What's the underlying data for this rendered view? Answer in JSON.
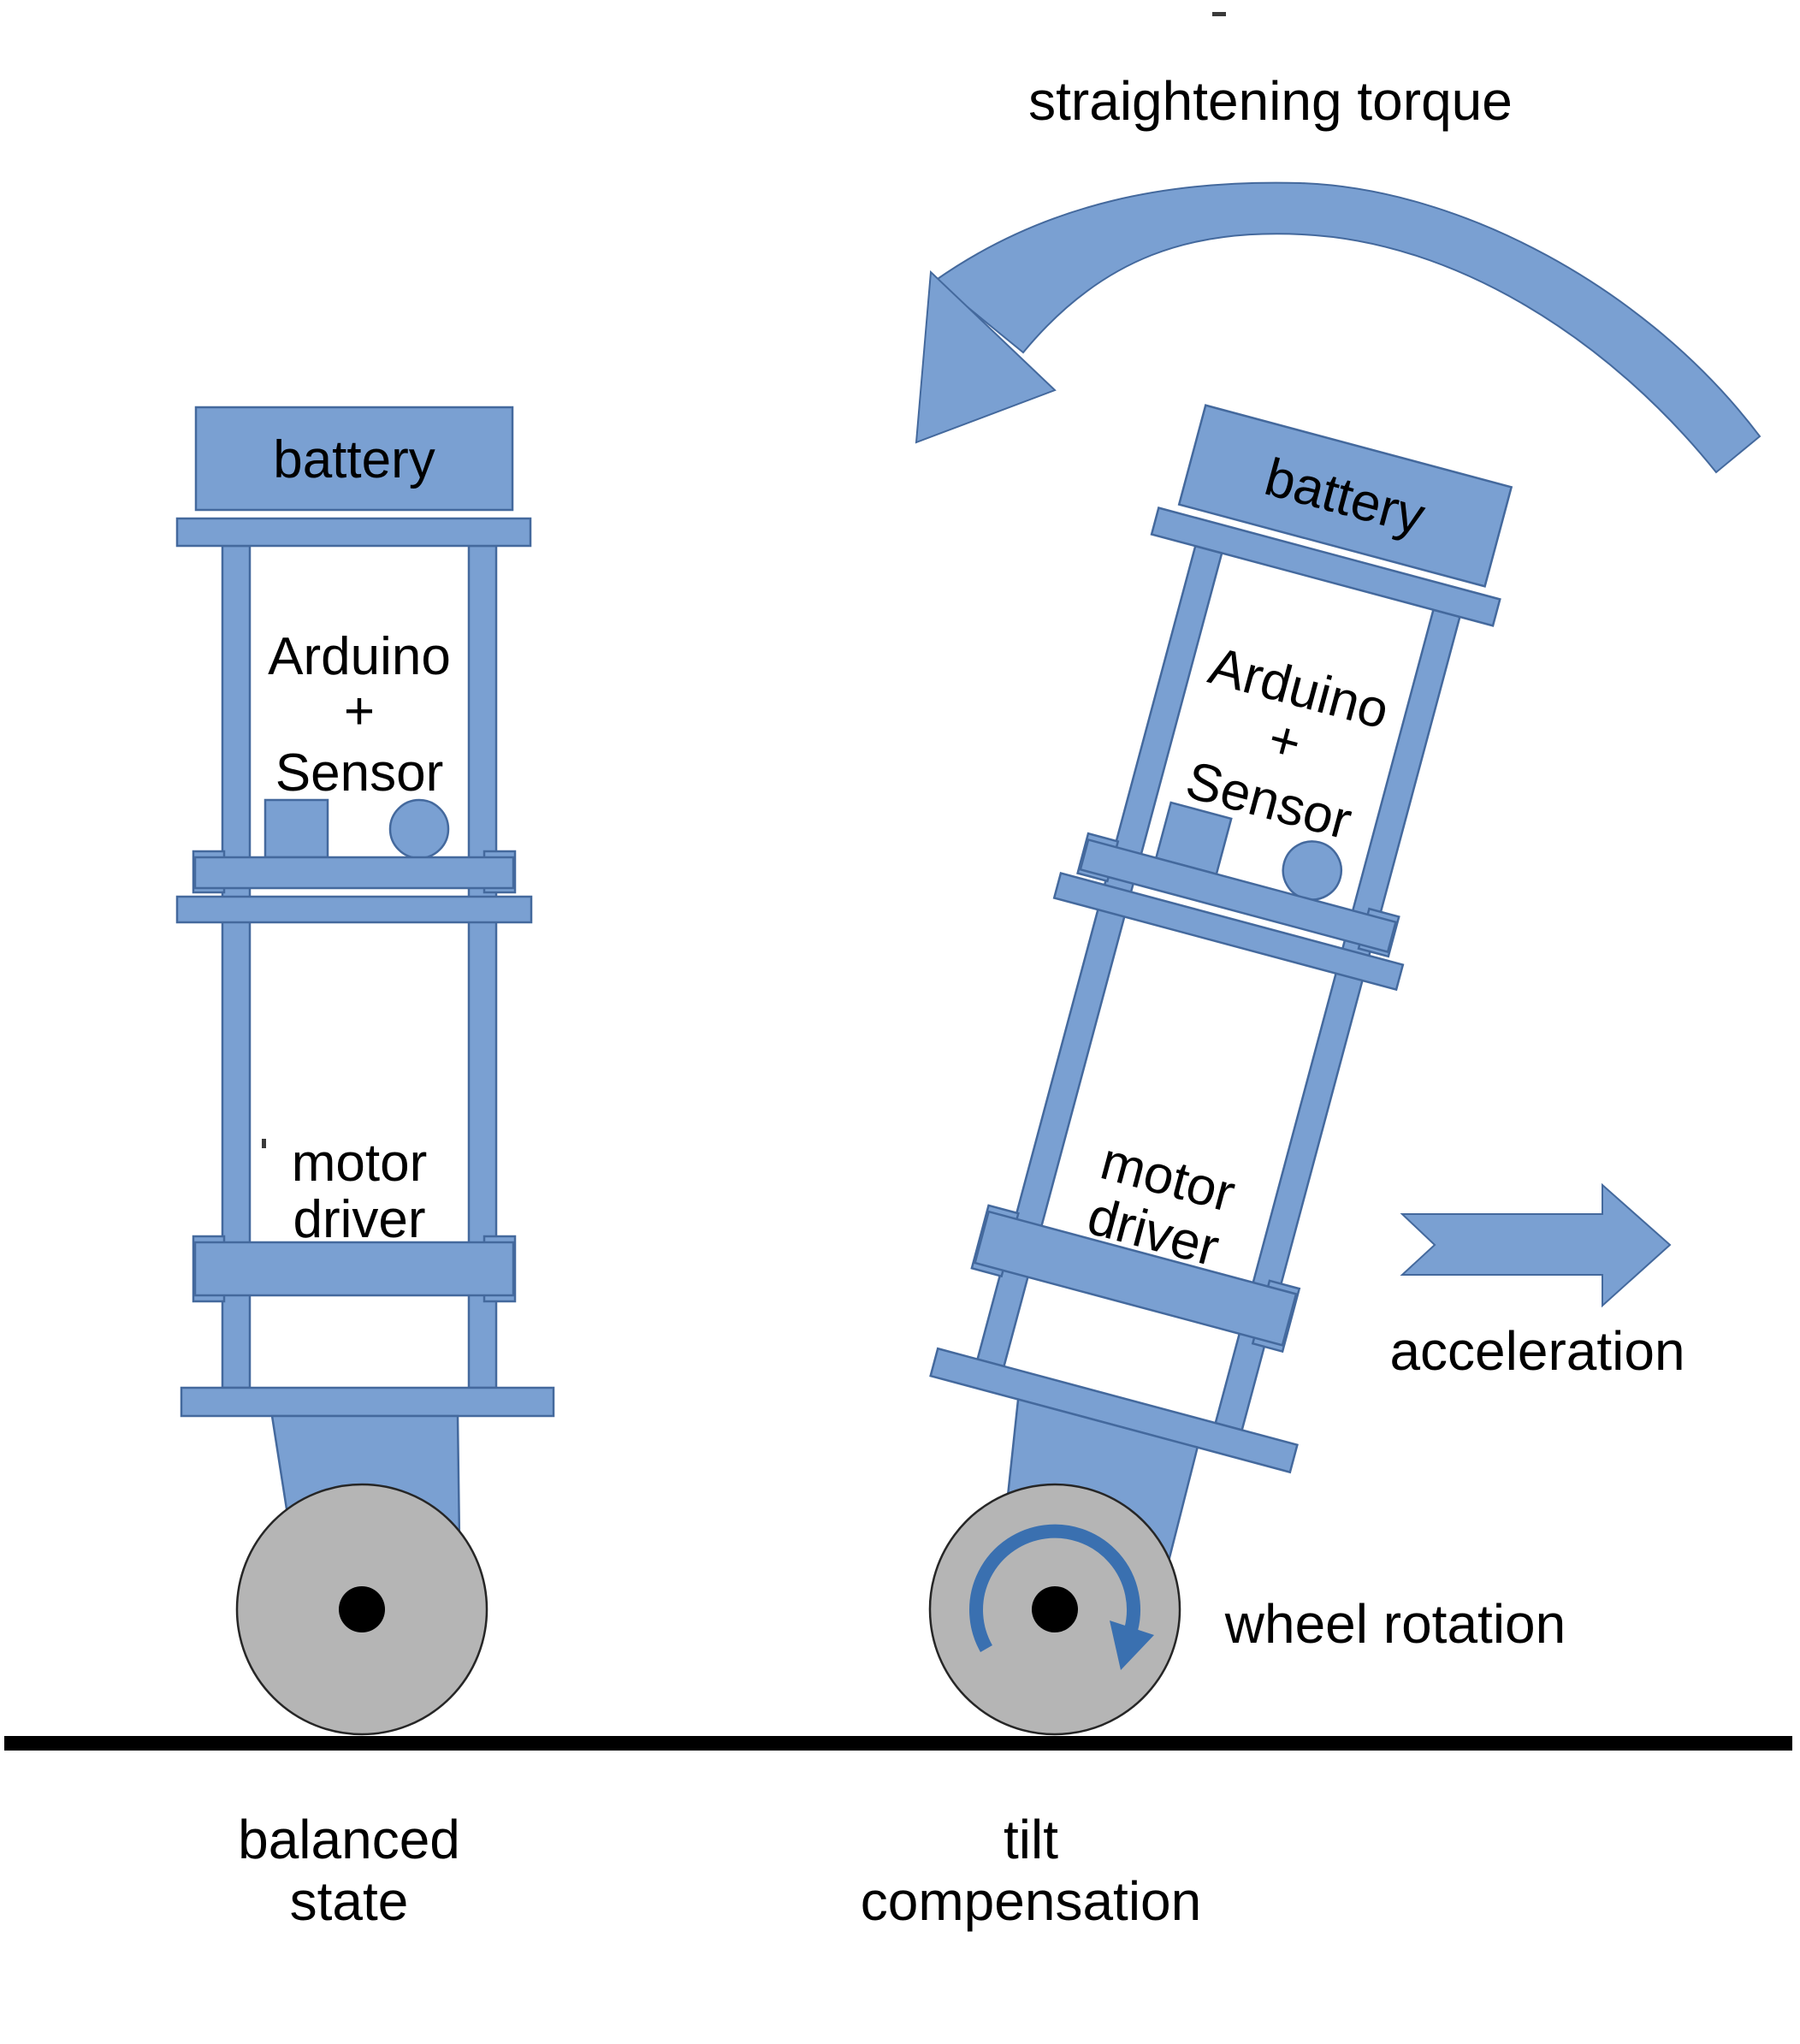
{
  "scene": {
    "straightening_torque_label": "straightening torque",
    "acceleration_label": "acceleration",
    "wheel_rotation_label": "wheel rotation",
    "left_caption": {
      "line1": "balanced",
      "line2": "state"
    },
    "right_caption": {
      "line1": "tilt",
      "line2": "compensation"
    }
  },
  "robot": {
    "labels": {
      "battery": "battery",
      "controller_line1": "Arduino",
      "controller_line2": "+",
      "controller_line3": "Sensor",
      "driver_line1": "motor",
      "driver_line2": "driver"
    }
  },
  "colors": {
    "frame_fill": "#7aa0d2",
    "frame_stroke": "#44699d",
    "rotation_arrow": "#3a70b0",
    "wheel_fill": "#b5b5b5",
    "wheel_stroke": "#262626",
    "hub": "#000000",
    "ground": "#000000",
    "label_text": "#000000",
    "background": "#ffffff"
  }
}
